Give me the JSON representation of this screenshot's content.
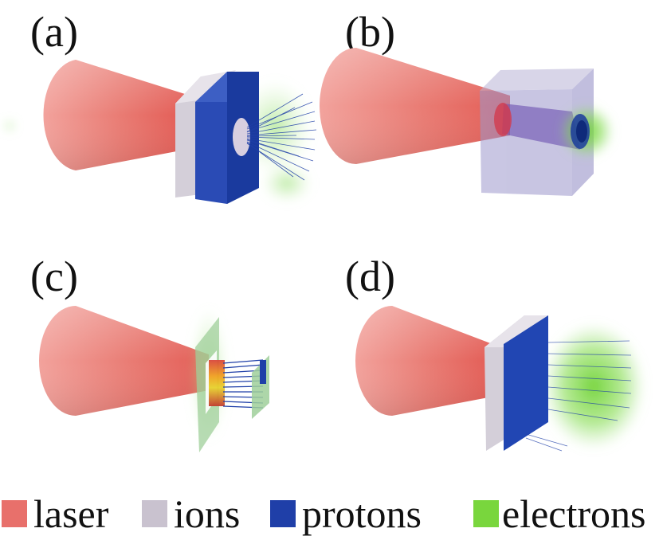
{
  "panels": [
    {
      "id": "a",
      "label": "(a)"
    },
    {
      "id": "b",
      "label": "(b)"
    },
    {
      "id": "c",
      "label": "(c)"
    },
    {
      "id": "d",
      "label": "(d)"
    }
  ],
  "legend": [
    {
      "key": "laser",
      "label": "laser",
      "color": "#e8706b"
    },
    {
      "key": "ions",
      "label": "ions",
      "color": "#c9c2cf"
    },
    {
      "key": "protons",
      "label": "protons",
      "color": "#1f3fa8"
    },
    {
      "key": "electrons",
      "label": "electrons",
      "color": "#79d63d"
    }
  ],
  "colors": {
    "laser_light": "#f3a7a0",
    "laser_dark": "#e35f58",
    "ions": "#cfc9d6",
    "protons": "#1f3fa8",
    "proton_lines": "#1c3da3",
    "electrons": "#6fd233",
    "cyan_foil": "#9fd8c4"
  }
}
